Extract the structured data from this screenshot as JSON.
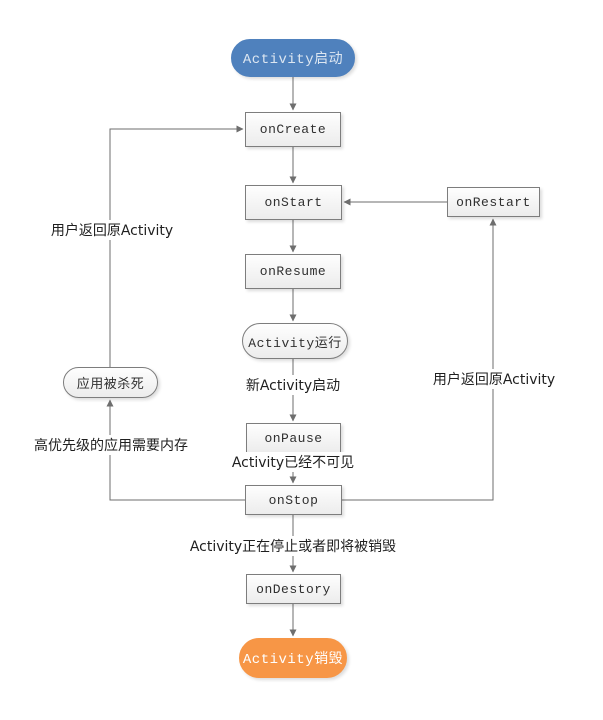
{
  "colors": {
    "line": "#6e6e6e",
    "node_border": "#7d7d7d",
    "node_text": "#303030",
    "label_text": "#1f1f1f",
    "start_fill": "#4f81bd",
    "start_text": "#dce6f1",
    "end_fill": "#f79646",
    "end_text": "#fefefe"
  },
  "nodes": {
    "start": "Activity启动",
    "oncreate": "onCreate",
    "onstart": "onStart",
    "onresume": "onResume",
    "running": "Activity运行",
    "onpause": "onPause",
    "onstop": "onStop",
    "ondestory": "onDestory",
    "onrestart": "onRestart",
    "killed": "应用被杀死",
    "end": "Activity销毁"
  },
  "edge_labels": {
    "new_activity_start": "新Activity启动",
    "activity_invisible": "Activity已经不可见",
    "activity_stopping": "Activity正在停止或者即将被销毁",
    "user_back_right": "用户返回原Activity",
    "user_back_left": "用户返回原Activity",
    "high_priority_memory": "高优先级的应用需要内存"
  }
}
